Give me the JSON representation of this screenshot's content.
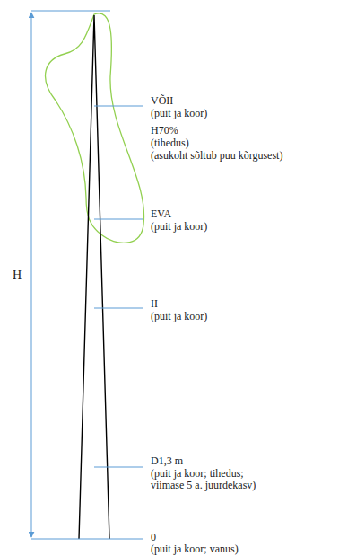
{
  "diagram": {
    "labels": [
      "H",
      "VÕII",
      "(puit ja koor)",
      "H70%",
      "(tihedus)",
      "(asukoht sõltub puu kõrgusest)",
      "EVA",
      "(puit ja koor)",
      "II",
      "(puit ja koor)",
      "D1,3 m",
      "(puit ja koor; tihedus; viimase 5 a. juurdekasv)",
      "0",
      "(puit ja koor; vanus)"
    ]
  }
}
